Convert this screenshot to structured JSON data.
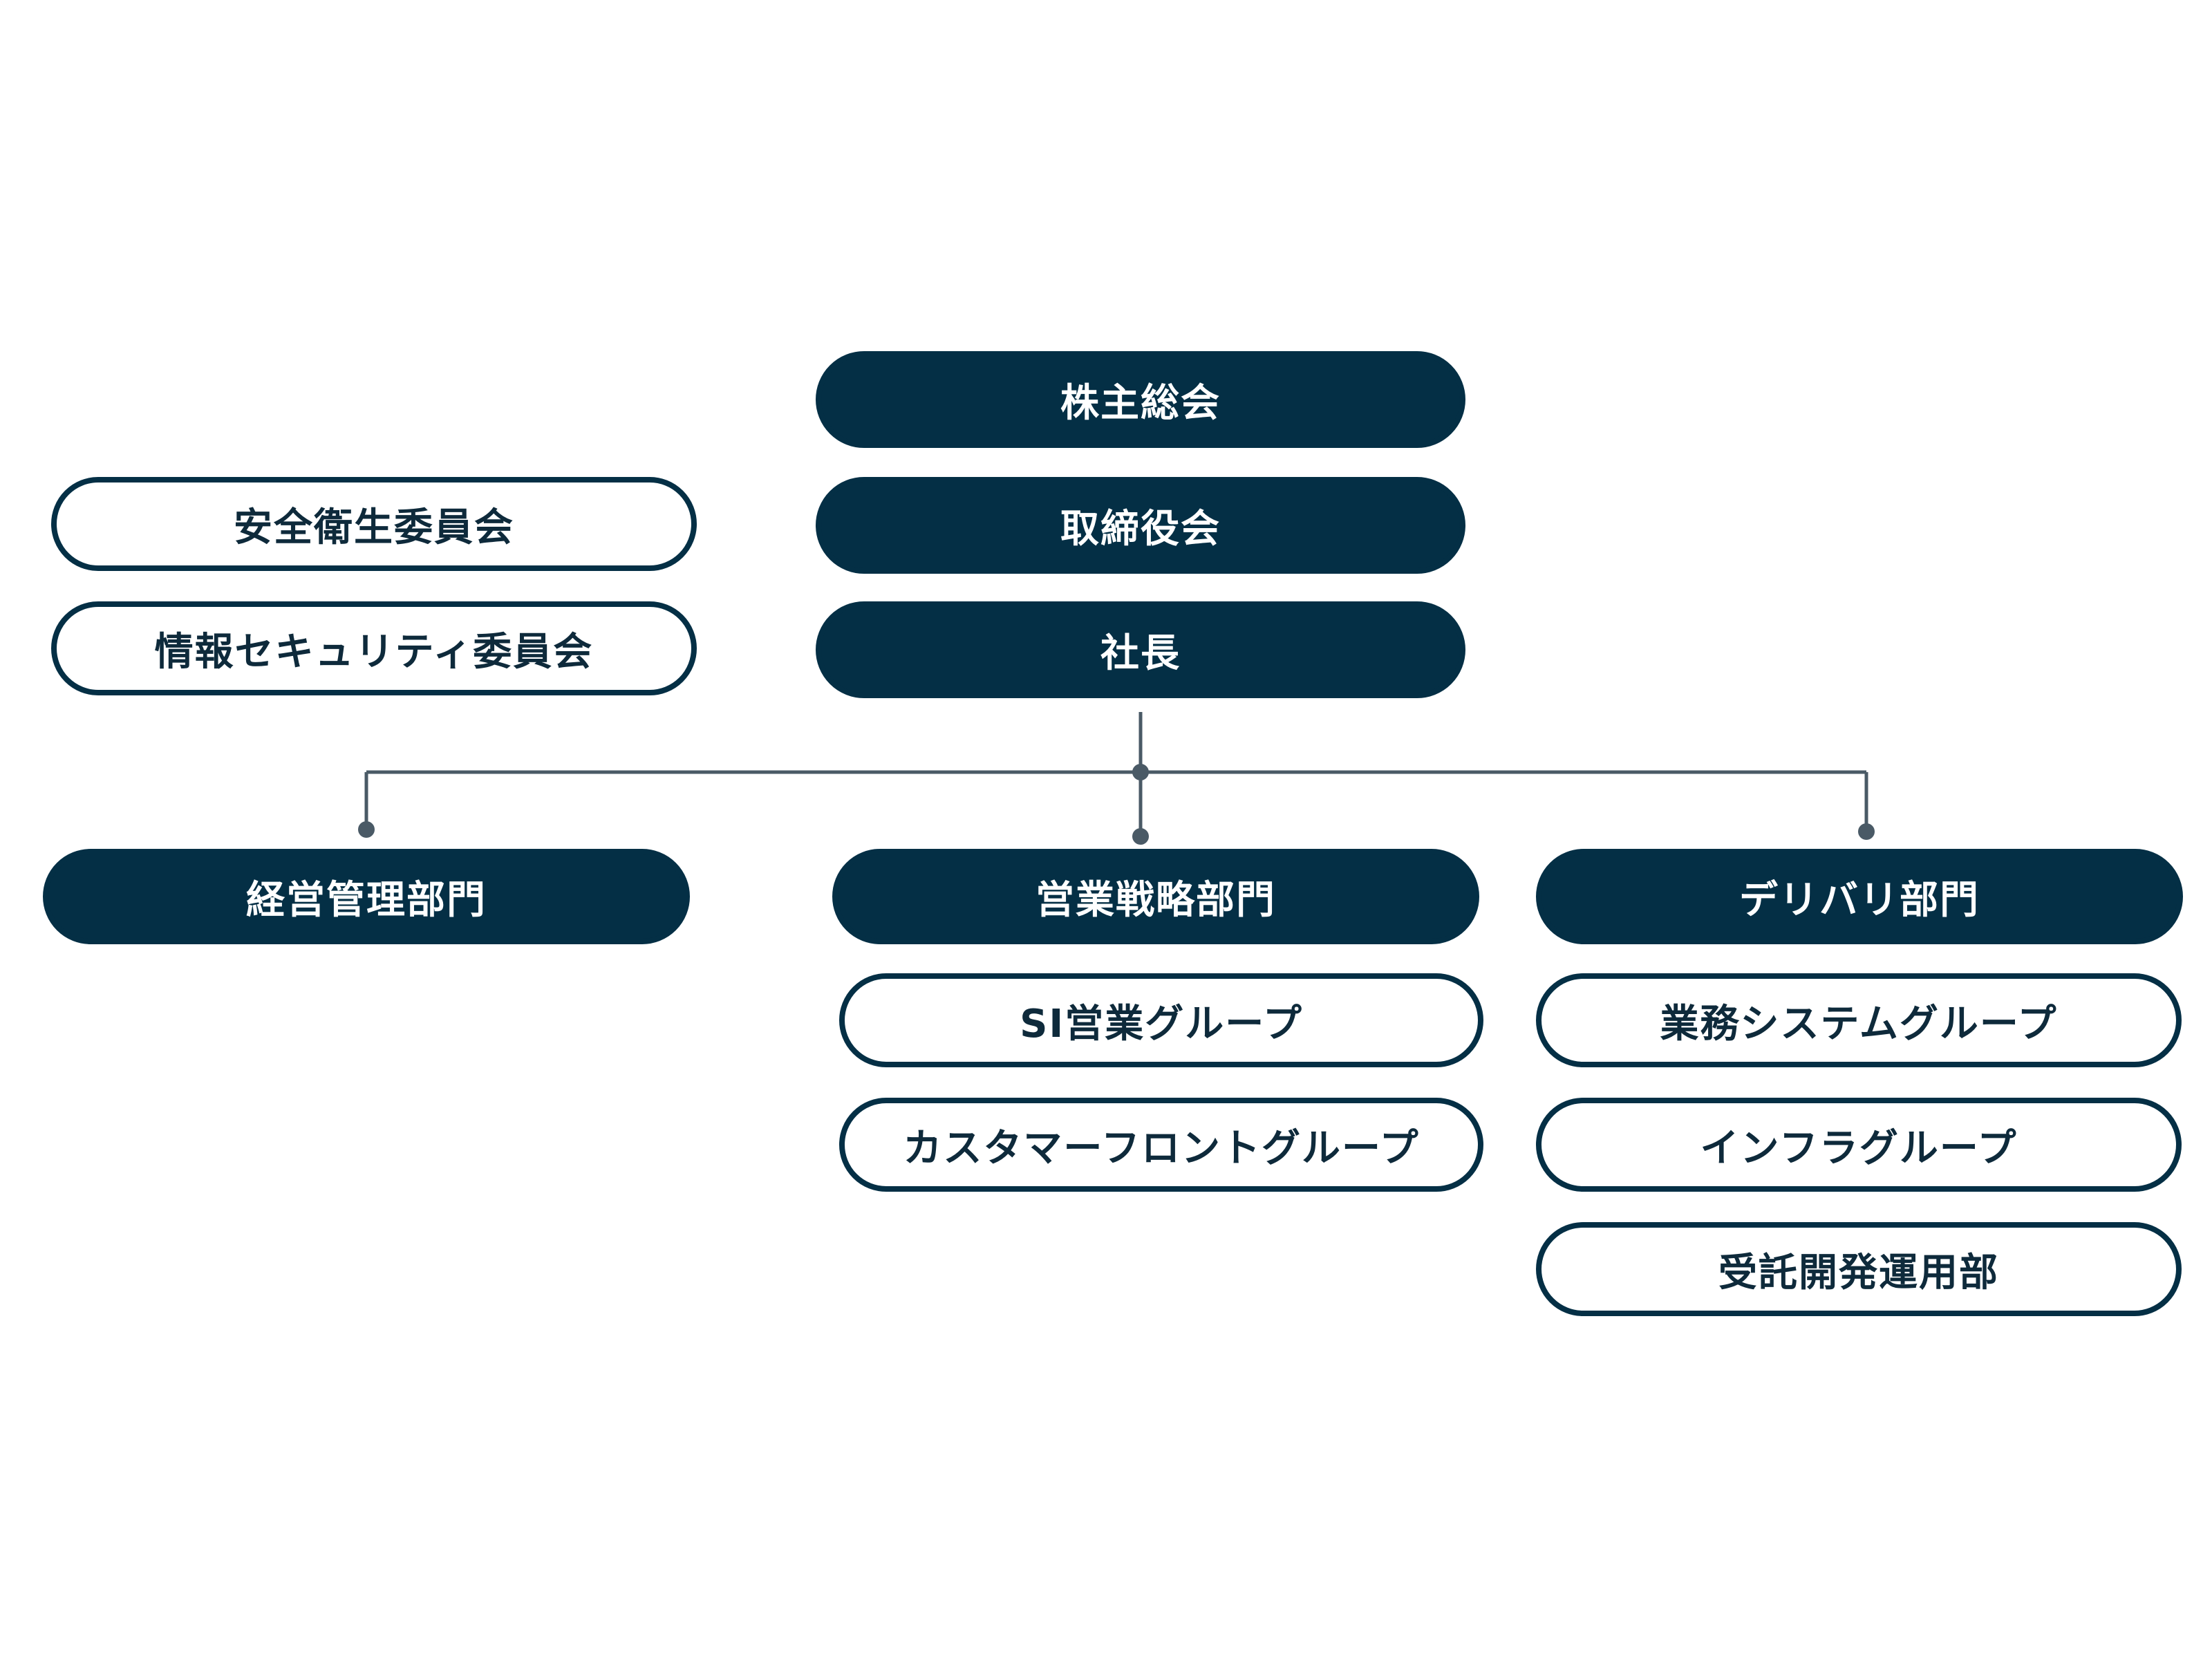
{
  "top": {
    "shareholders": "株主総会",
    "board": "取締役会",
    "president": "社長"
  },
  "committees": {
    "safety": "安全衛生委員会",
    "infosec": "情報セキュリティ委員会"
  },
  "divisions": {
    "management": {
      "label": "経営管理部門"
    },
    "sales": {
      "label": "営業戦略部門",
      "groups": [
        "SI営業グループ",
        "カスタマーフロントグループ"
      ]
    },
    "delivery": {
      "label": "デリバリ部門",
      "groups": [
        "業務システムグループ",
        "インフラグループ",
        "受託開発運用部"
      ]
    }
  },
  "colors": {
    "primary": "#042f45",
    "connector": "#4a5a66",
    "background": "#ffffff"
  }
}
